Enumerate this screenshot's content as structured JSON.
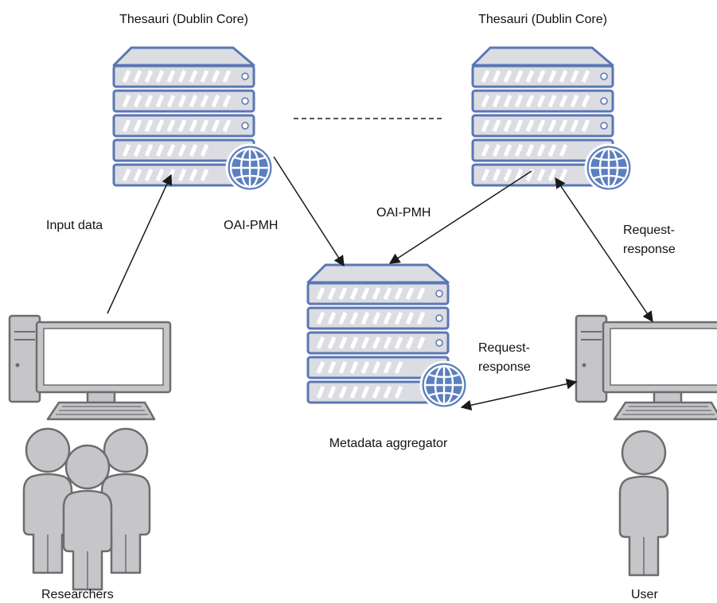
{
  "labels": {
    "thesauri_left": "Thesauri (Dublin Core)",
    "thesauri_right": "Thesauri (Dublin Core)",
    "input_data": "Input data",
    "oai_pmh_left": "OAI-PMH",
    "oai_pmh_right": "OAI-PMH",
    "request_response_upper_1": "Request-",
    "request_response_upper_2": "response",
    "request_response_lower_1": "Request-",
    "request_response_lower_2": "response",
    "metadata_aggregator": "Metadata aggregator",
    "researchers": "Researchers",
    "user": "User"
  },
  "icons": {
    "server": "server-with-globe-icon",
    "computer": "desktop-computer-icon",
    "people": "user-group-icon",
    "person": "user-icon"
  },
  "colors": {
    "server_fill": "#dcdde2",
    "server_stroke": "#5a76b4",
    "globe_fill": "#5c7fbe",
    "icon_gray": "#c6c6c8",
    "icon_stroke": "#6d6d70",
    "screen_fill": "#ffffff",
    "arrow": "#1a1a1a"
  }
}
